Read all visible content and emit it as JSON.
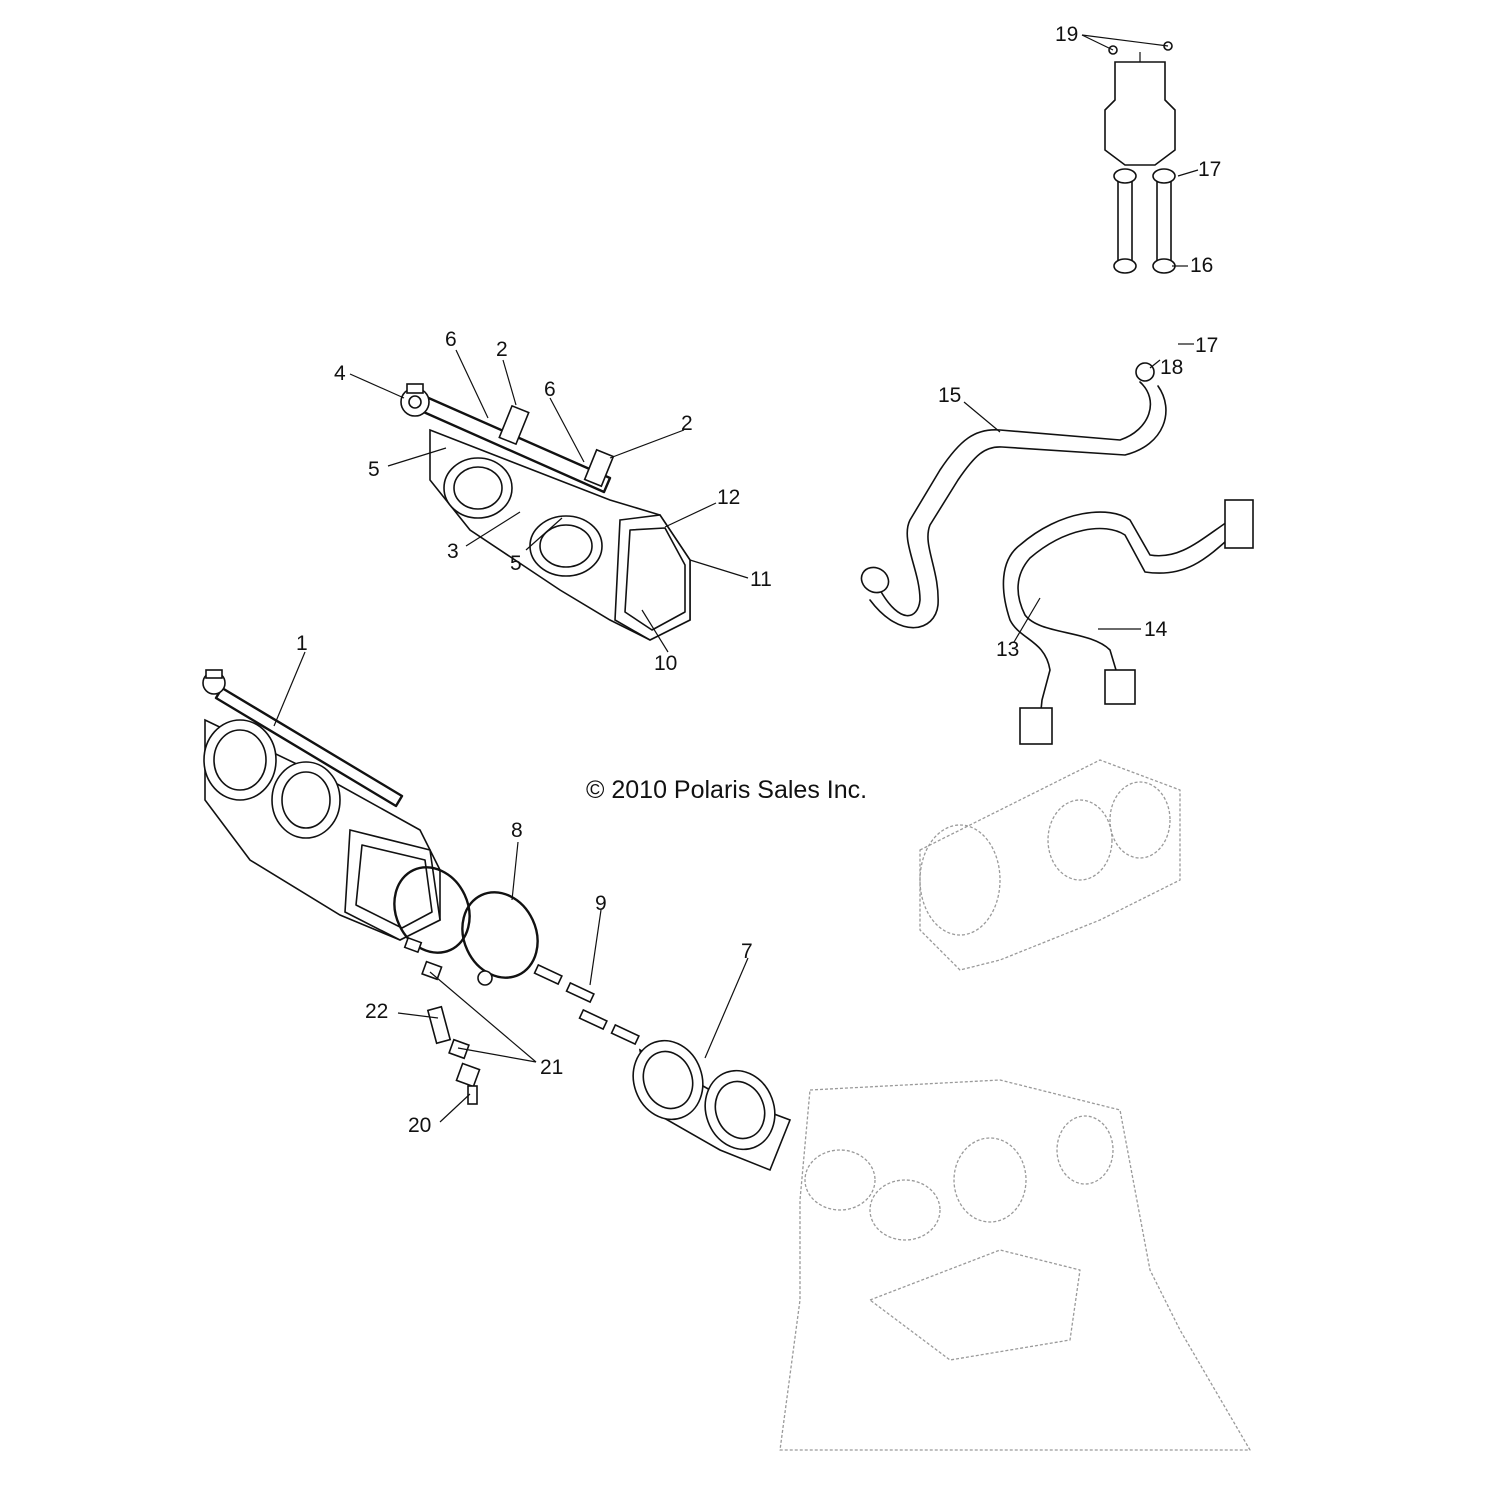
{
  "copyright": "© 2010 Polaris Sales Inc.",
  "callouts": [
    "1",
    "2",
    "2",
    "3",
    "4",
    "5",
    "5",
    "6",
    "6",
    "7",
    "8",
    "9",
    "10",
    "11",
    "12",
    "13",
    "14",
    "15",
    "16",
    "17",
    "17",
    "18",
    "19",
    "20",
    "21",
    "22"
  ]
}
